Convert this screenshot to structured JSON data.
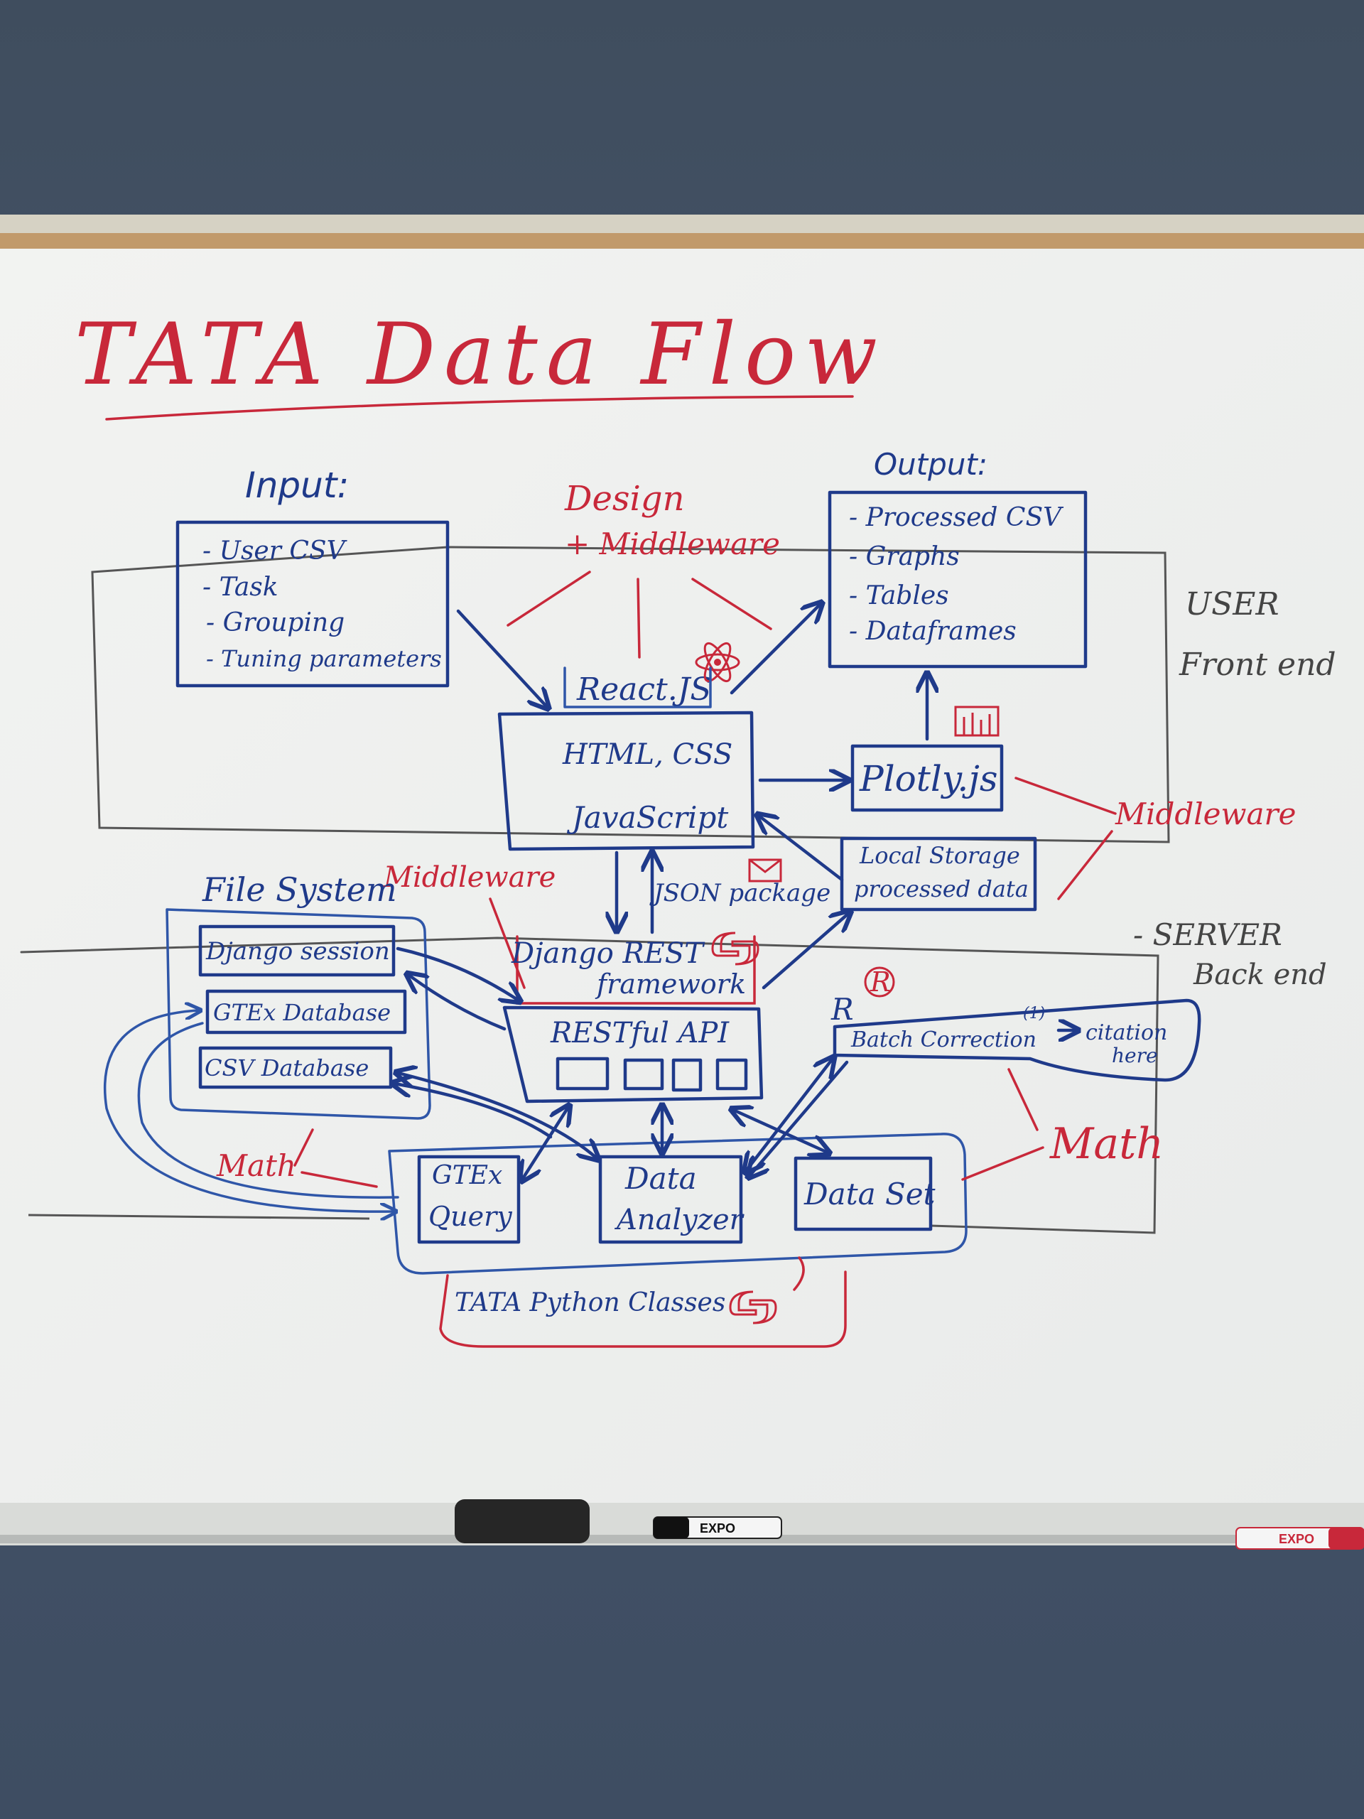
{
  "title": "TATA Data Flow",
  "input": {
    "heading": "Input:",
    "items": [
      "- User CSV",
      "- Task",
      "- Grouping",
      "- Tuning parameters"
    ]
  },
  "output": {
    "heading": "Output:",
    "items": [
      "- Processed CSV",
      "- Graphs",
      "- Tables",
      "- Dataframes"
    ]
  },
  "design": {
    "line1": "Design",
    "line2": "+ Middleware"
  },
  "frontend": {
    "react": "React.JS",
    "html_css": "HTML, CSS",
    "javascript": "JavaScript",
    "plotly": "Plotly.js",
    "local_storage": "Local Storage",
    "processed_data": "processed data",
    "json_package": "JSON package"
  },
  "zones": {
    "user": "USER",
    "front_end": "Front end",
    "server": "- SERVER",
    "back_end": "Back end"
  },
  "middleware_labels": {
    "right": "Middleware",
    "center": "Middleware"
  },
  "file_system": {
    "heading": "File System",
    "items": [
      "Django session",
      "GTEx Database",
      "CSV Database"
    ]
  },
  "django": {
    "title_line1": "Django REST",
    "title_line2": "framework",
    "api": "RESTful API"
  },
  "batch": {
    "r_label": "R",
    "r_logo": "R",
    "label": "Batch Correction",
    "footnote": "(1)",
    "citation_line1": "citation",
    "citation_line2": "here"
  },
  "python_classes": {
    "gtex_line1": "GTEx",
    "gtex_line2": "Query",
    "analyzer_line1": "Data",
    "analyzer_line2": "Analyzer",
    "dataset": "Data Set",
    "caption": "TATA Python Classes"
  },
  "math_labels": {
    "left": "Math",
    "right": "Math"
  },
  "markers": {
    "black": "EXPO",
    "red": "EXPO"
  },
  "colors": {
    "blue_marker": "#1f3a8a",
    "red_marker": "#c8283a",
    "black_marker": "#444444",
    "wall": "#42516a",
    "board": "#f4f5f3"
  }
}
